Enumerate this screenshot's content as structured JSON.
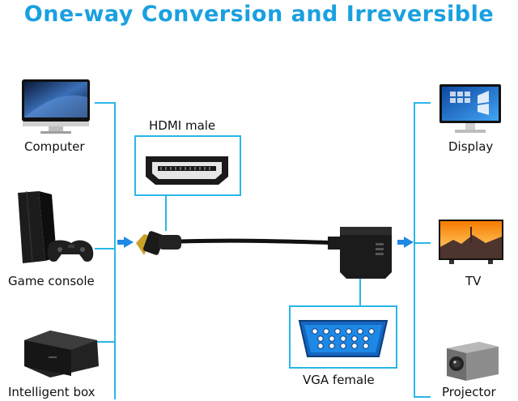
{
  "title": "One-way Conversion and  Irreversible",
  "colors": {
    "title": "#1aa0e0",
    "line": "#29b6e8",
    "arrow": "#1e88e5"
  },
  "sources": [
    {
      "label": "Computer",
      "icon": "monitor-icon"
    },
    {
      "label": "Game console",
      "icon": "game-console-icon"
    },
    {
      "label": "Intelligent box",
      "icon": "tv-box-icon"
    }
  ],
  "adapter": {
    "input_label": "HDMI male",
    "output_label": "VGA female"
  },
  "outputs": [
    {
      "label": "Display",
      "icon": "display-icon"
    },
    {
      "label": "TV",
      "icon": "tv-icon"
    },
    {
      "label": "Projector",
      "icon": "projector-icon"
    }
  ]
}
